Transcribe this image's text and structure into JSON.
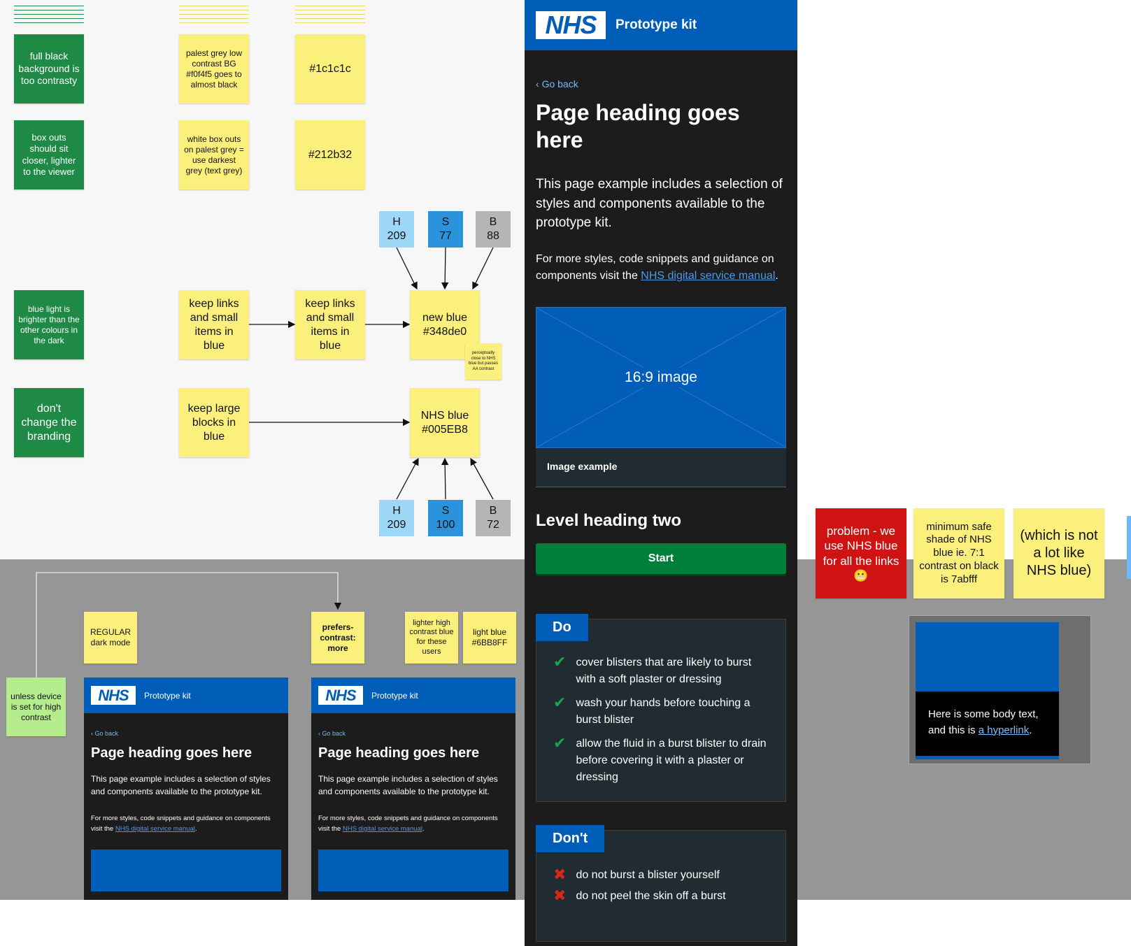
{
  "board": {
    "green_notes": [
      "full black background is too contrasty",
      "box outs should sit closer, lighter to the viewer",
      "blue light is brighter than the other colours in the dark",
      "don't change the branding"
    ],
    "grey_notes": [
      "palest grey low contrast BG #f0f4f5 goes to almost black",
      "white box outs on palest grey = use darkest grey (text grey)"
    ],
    "hex_notes": [
      "#1c1c1c",
      "#212b32"
    ],
    "flow_notes": {
      "links1": "keep links and small items in blue",
      "links2": "keep links and small items in blue",
      "new_blue": "new blue #348de0",
      "tiny_note": "perceptually close to NHS blue but passes AA contrast",
      "large_blocks": "keep large blocks in blue",
      "nhs_blue": "NHS blue #005EB8"
    },
    "hsb_top": [
      {
        "letter": "H",
        "value": "209",
        "color": "#9cd7f7"
      },
      {
        "letter": "S",
        "value": "77",
        "color": "#2b93db"
      },
      {
        "letter": "B",
        "value": "88",
        "color": "#b5b5b5"
      }
    ],
    "hsb_bottom": [
      {
        "letter": "H",
        "value": "209",
        "color": "#9cd7f7"
      },
      {
        "letter": "S",
        "value": "100",
        "color": "#2b93db"
      },
      {
        "letter": "B",
        "value": "72",
        "color": "#b5b5b5"
      }
    ],
    "mode_notes": {
      "regular": "REGULAR dark mode",
      "prefers": "prefers-contrast: more",
      "lighter": "lighter high contrast blue for these users",
      "light_blue": "light blue #6BB8FF",
      "unless": "unless device is set for high contrast"
    },
    "right_notes": {
      "problem": "problem - we use NHS blue for all the links 😬",
      "minimum": "minimum safe shade of NHS blue ie. 7:1 contrast on black is 7abfff",
      "which": "(which is not a lot like NHS blue)"
    },
    "sample": {
      "body_prefix": "Here is some body text, and this is ",
      "link": "a hyperlink",
      "suffix": "."
    }
  },
  "prototype": {
    "logo": "NHS",
    "brand": "Prototype kit",
    "back": "Go back",
    "heading": "Page heading goes here",
    "lede": "This page example includes a selection of styles and components available to the prototype kit.",
    "body_prefix": "For more styles, code snippets and guidance on components visit the ",
    "body_link": "NHS digital service manual",
    "body_suffix": ".",
    "image_label": "16:9 image",
    "image_caption": "Image example",
    "heading2": "Level heading two",
    "start": "Start",
    "do_title": "Do",
    "do_items": [
      "cover blisters that are likely to burst with a soft plaster or dressing",
      "wash your hands before touching a burst blister",
      "allow the fluid in a burst blister to drain before covering it with a plaster or dressing"
    ],
    "dont_title": "Don't",
    "dont_items": [
      "do not burst a blister yourself",
      "do not peel the skin off a burst"
    ]
  }
}
